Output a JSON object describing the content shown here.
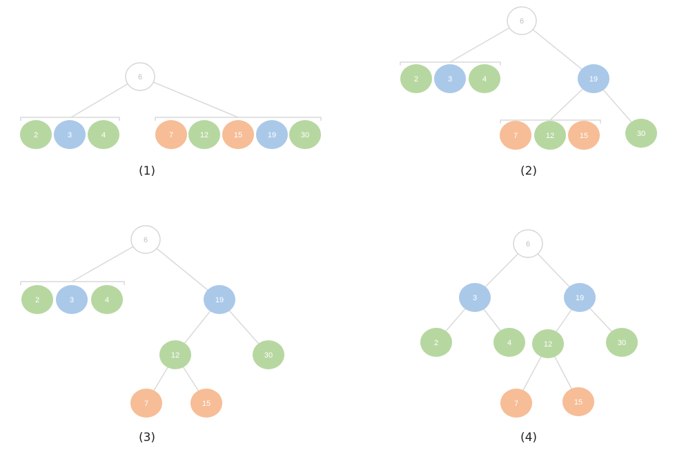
{
  "colors": {
    "green": "#b7d7a1",
    "blue": "#aac9e9",
    "orange": "#f6bd97",
    "white": "#ffffff",
    "edge": "#d9d9d9",
    "root_stroke": "#d6d6d6",
    "node_text": "#ffffff",
    "root_text": "#bfbfbf"
  },
  "panels": [
    {
      "label": "(1)",
      "nodes": [
        {
          "id": "r",
          "value": "6",
          "color": "white"
        },
        {
          "id": "a",
          "value": "2",
          "color": "green"
        },
        {
          "id": "b",
          "value": "3",
          "color": "blue"
        },
        {
          "id": "c",
          "value": "4",
          "color": "green"
        },
        {
          "id": "d",
          "value": "7",
          "color": "orange"
        },
        {
          "id": "e",
          "value": "12",
          "color": "green"
        },
        {
          "id": "f",
          "value": "15",
          "color": "orange"
        },
        {
          "id": "g",
          "value": "19",
          "color": "blue"
        },
        {
          "id": "h",
          "value": "30",
          "color": "green"
        }
      ]
    },
    {
      "label": "(2)",
      "nodes": [
        {
          "id": "r",
          "value": "6",
          "color": "white"
        },
        {
          "id": "a",
          "value": "2",
          "color": "green"
        },
        {
          "id": "b",
          "value": "3",
          "color": "blue"
        },
        {
          "id": "c",
          "value": "4",
          "color": "green"
        },
        {
          "id": "g",
          "value": "19",
          "color": "blue"
        },
        {
          "id": "d",
          "value": "7",
          "color": "orange"
        },
        {
          "id": "e",
          "value": "12",
          "color": "green"
        },
        {
          "id": "f",
          "value": "15",
          "color": "orange"
        },
        {
          "id": "h",
          "value": "30",
          "color": "green"
        }
      ]
    },
    {
      "label": "(3)",
      "nodes": [
        {
          "id": "r",
          "value": "6",
          "color": "white"
        },
        {
          "id": "a",
          "value": "2",
          "color": "green"
        },
        {
          "id": "b",
          "value": "3",
          "color": "blue"
        },
        {
          "id": "c",
          "value": "4",
          "color": "green"
        },
        {
          "id": "g",
          "value": "19",
          "color": "blue"
        },
        {
          "id": "e",
          "value": "12",
          "color": "green"
        },
        {
          "id": "h",
          "value": "30",
          "color": "green"
        },
        {
          "id": "d",
          "value": "7",
          "color": "orange"
        },
        {
          "id": "f",
          "value": "15",
          "color": "orange"
        }
      ]
    },
    {
      "label": "(4)",
      "nodes": [
        {
          "id": "r",
          "value": "6",
          "color": "white"
        },
        {
          "id": "b",
          "value": "3",
          "color": "blue"
        },
        {
          "id": "g",
          "value": "19",
          "color": "blue"
        },
        {
          "id": "a",
          "value": "2",
          "color": "green"
        },
        {
          "id": "c",
          "value": "4",
          "color": "green"
        },
        {
          "id": "e",
          "value": "12",
          "color": "green"
        },
        {
          "id": "h",
          "value": "30",
          "color": "green"
        },
        {
          "id": "d",
          "value": "7",
          "color": "orange"
        },
        {
          "id": "f",
          "value": "15",
          "color": "orange"
        }
      ]
    }
  ]
}
